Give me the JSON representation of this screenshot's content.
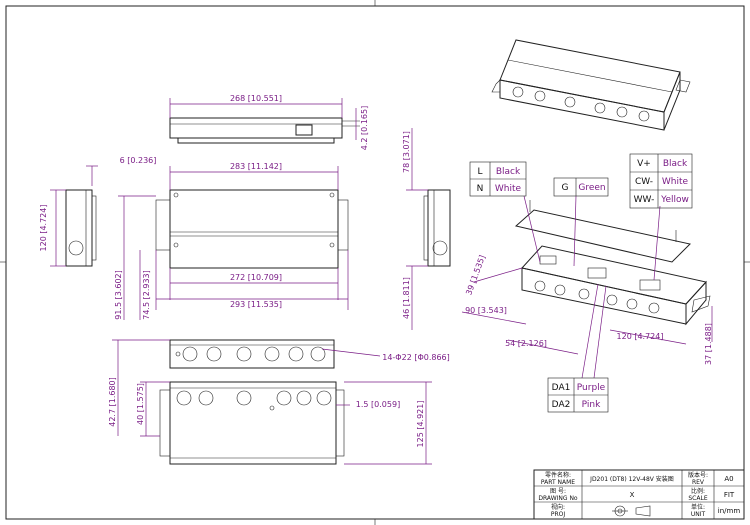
{
  "title_block": {
    "part_name_label_cn": "零件名称:",
    "part_name_label_en": "PART NAME",
    "part_name": "JD201 (DT8) 12V-48V 安装图",
    "drawing_no_label_cn": "图 号:",
    "drawing_no_label_en": "DRAWING No",
    "drawing_no": "X",
    "proj_label_cn": "视向:",
    "proj_label_en": "PROJ",
    "rev_label_cn": "版本号:",
    "rev_label_en": "REV",
    "rev": "A0",
    "scale_label_cn": "比例:",
    "scale_label_en": "SCALE",
    "scale": "FIT",
    "unit_label_cn": "单位:",
    "unit_label_en": "UNIT",
    "unit": "in/mm"
  },
  "dimensions": {
    "top_width": "268 [10.551]",
    "depth_165": "4.2 [0.165]",
    "height_3071": "78 [3.071]",
    "flange_0236": "6 [0.236]",
    "width_11142": "283 [11.142]",
    "side_4724": "120 [4.724]",
    "width_10709": "272 [10.709]",
    "width_11535": "293 [11.535]",
    "height_3602": "91.5 [3.602]",
    "height_2933": "74.5 [2.933]",
    "height_1811": "46 [1.811]",
    "holes": "14-Φ22 [Φ0.866]",
    "height_1680": "42.7 [1.680]",
    "height_1575": "40 [1.575]",
    "wall_0059": "1.5 [0.059]",
    "height_4921": "125 [4.921]",
    "iso_1535": "39 [1.535]",
    "iso_3543": "90 [3.543]",
    "iso_2126": "54 [2.126]",
    "iso_4724": "120 [4.724]",
    "iso_1488": "37 [1.488]"
  },
  "wire_labels": {
    "left": [
      {
        "pin": "L",
        "color": "Black"
      },
      {
        "pin": "N",
        "color": "White"
      }
    ],
    "ground": {
      "pin": "G",
      "color": "Green"
    },
    "right": [
      {
        "pin": "V+",
        "color": "Black"
      },
      {
        "pin": "CW-",
        "color": "White"
      },
      {
        "pin": "WW-",
        "color": "Yellow"
      }
    ],
    "dali": [
      {
        "pin": "DA1",
        "color": "Purple"
      },
      {
        "pin": "DA2",
        "color": "Pink"
      }
    ]
  }
}
